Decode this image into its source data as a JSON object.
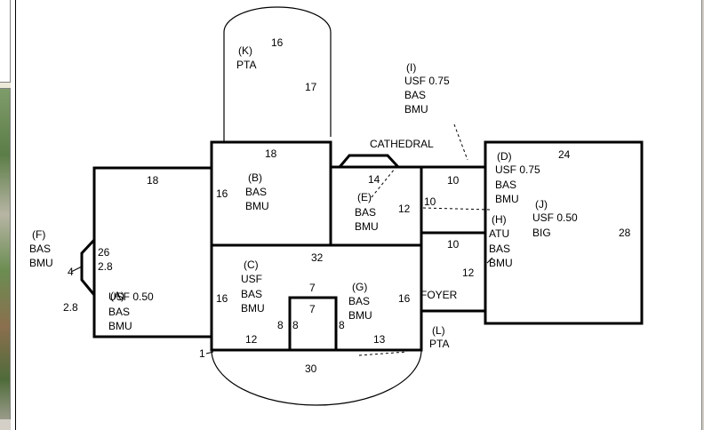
{
  "labels": {
    "k_id": "(K)",
    "k_code": "PTA",
    "k_w": "16",
    "k_h": "17",
    "i_id": "(I)",
    "i_usf": "USF 0.75",
    "i_bas": "BAS",
    "i_bmu": "BMU",
    "cathedral": "CATHEDRAL",
    "a_top": "18",
    "a_id": "(A)",
    "a_usf": "USF 0.50",
    "a_bas": "BAS",
    "a_bmu": "BMU",
    "a_right": "26",
    "a_bay": "2.8",
    "a_bay_low": "2.8",
    "a_bay_depth": "4",
    "f_id": "(F)",
    "f_bas": "BAS",
    "f_bmu": "BMU",
    "b_top": "18",
    "b_left": "16",
    "b_id": "(B)",
    "b_bas": "BAS",
    "b_bmu": "BMU",
    "e_top": "14",
    "e_right": "12",
    "e_id": "(E)",
    "e_bas": "BAS",
    "e_bmu": "BMU",
    "c_top": "32",
    "c_left": "16",
    "c_id": "(C)",
    "c_usf": "USF",
    "c_bas": "BAS",
    "c_bmu": "BMU",
    "c_bottom": "12",
    "g_id": "(G)",
    "g_bas": "BAS",
    "g_bmu": "BMU",
    "g_right": "16",
    "g_bottom": "13",
    "n_top": "7",
    "n_left": "8",
    "n_right": "8",
    "n_inner": "7",
    "n_inner_left": "8",
    "h_top": "10",
    "h_mid": "10",
    "h_id": "(H)",
    "h_atu": "ATU",
    "h_bas": "BAS",
    "h_bmu": "BMU",
    "foyer_top": "10",
    "foyer_right": "12",
    "foyer": "FOYER",
    "d_top": "24",
    "d_id": "(D)",
    "d_usf": "USF 0.75",
    "d_bas": "BAS",
    "d_bmu": "BMU",
    "j_id": "(J)",
    "j_usf": "USF 0.50",
    "j_big": "BIG",
    "j_right": "28",
    "l_id": "(L)",
    "l_code": "PTA",
    "l_bottom": "30",
    "l_start": "1"
  }
}
